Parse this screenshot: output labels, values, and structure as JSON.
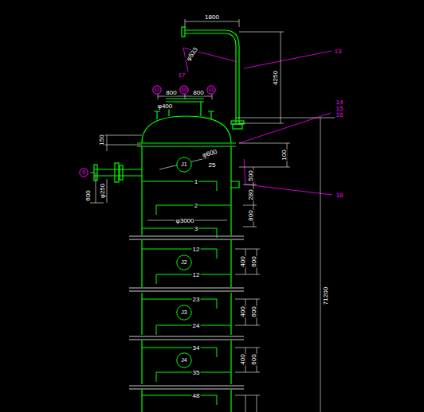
{
  "diagram": {
    "nodes": [
      {
        "text": [
          "11"
        ]
      },
      {
        "text": [
          "10"
        ]
      },
      {
        "text": [
          "11"
        ]
      },
      {
        "text": [
          "9"
        ]
      },
      {
        "text": [
          "J1"
        ]
      },
      {
        "text": [
          "J2"
        ]
      },
      {
        "text": [
          "J3"
        ]
      },
      {
        "text": [
          "J4"
        ]
      }
    ],
    "labels": [
      "1800",
      "φ533",
      "17",
      "13",
      "4250",
      "14",
      "15",
      "16",
      "800",
      "800",
      "φ400",
      "150",
      "φ600",
      "25",
      "100",
      "500",
      "600",
      "φ250",
      "1",
      "2",
      "3",
      "φ3000",
      "280",
      "800",
      "18",
      "12",
      "12",
      "400",
      "600",
      "23",
      "24",
      "400",
      "600",
      "34",
      "35",
      "400",
      "600",
      "48",
      "71200"
    ]
  }
}
